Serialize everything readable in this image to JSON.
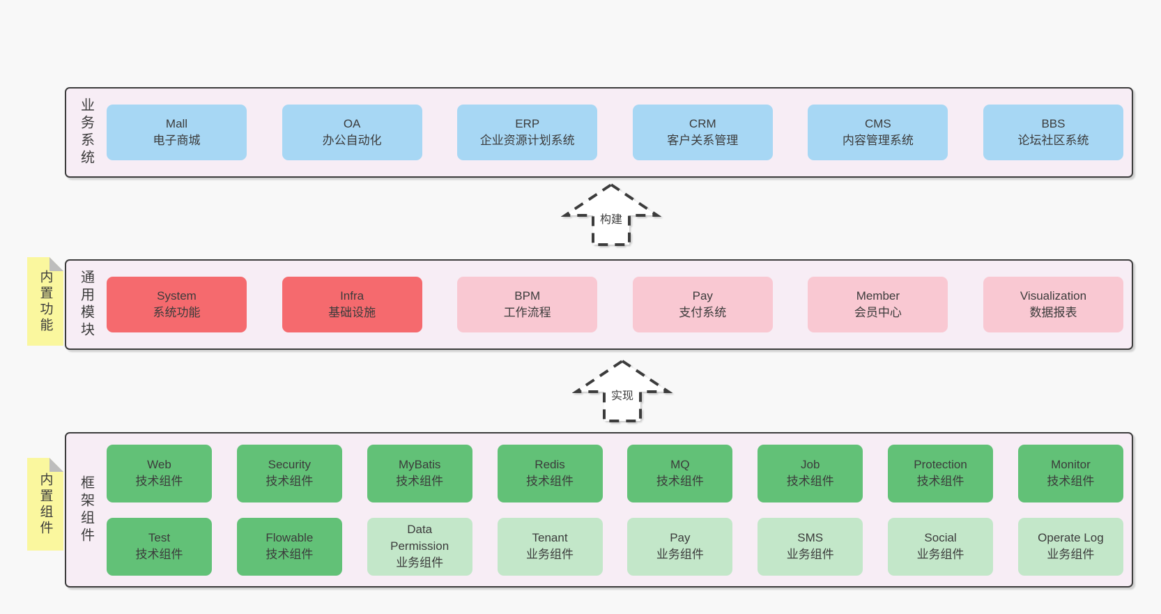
{
  "colors": {
    "page_bg": "#f8f8f8",
    "panel_bg": "#f7edf5",
    "panel_border": "#3c3c3c",
    "text": "#3b3b3b",
    "blue": "#a7d7f4",
    "red": "#f56a6e",
    "pink": "#f9c8d2",
    "green": "#62c177",
    "light_green": "#c3e7c9",
    "note_bg": "#faf79e",
    "note_fold": "#bdbdbd",
    "arrow_fill": "#ffffff"
  },
  "panels": {
    "business": {
      "side_label": "业务系统",
      "boxes": [
        {
          "name": "Mall",
          "desc": "电子商城",
          "variant": "blue"
        },
        {
          "name": "OA",
          "desc": "办公自动化",
          "variant": "blue"
        },
        {
          "name": "ERP",
          "desc": "企业资源计划系统",
          "variant": "blue"
        },
        {
          "name": "CRM",
          "desc": "客户关系管理",
          "variant": "blue"
        },
        {
          "name": "CMS",
          "desc": "内容管理系统",
          "variant": "blue"
        },
        {
          "name": "BBS",
          "desc": "论坛社区系统",
          "variant": "blue"
        }
      ]
    },
    "modules": {
      "side_label": "通用模块",
      "sticky_note": "内置功能",
      "boxes": [
        {
          "name": "System",
          "desc": "系统功能",
          "variant": "red"
        },
        {
          "name": "Infra",
          "desc": "基础设施",
          "variant": "red"
        },
        {
          "name": "BPM",
          "desc": "工作流程",
          "variant": "pink"
        },
        {
          "name": "Pay",
          "desc": "支付系统",
          "variant": "pink"
        },
        {
          "name": "Member",
          "desc": "会员中心",
          "variant": "pink"
        },
        {
          "name": "Visualization",
          "desc": "数据报表",
          "variant": "pink"
        }
      ]
    },
    "components": {
      "side_label": "框架组件",
      "sticky_note": "内置组件",
      "rows": [
        [
          {
            "name": "Web",
            "desc": "技术组件",
            "variant": "green"
          },
          {
            "name": "Security",
            "desc": "技术组件",
            "variant": "green"
          },
          {
            "name": "MyBatis",
            "desc": "技术组件",
            "variant": "green"
          },
          {
            "name": "Redis",
            "desc": "技术组件",
            "variant": "green"
          },
          {
            "name": "MQ",
            "desc": "技术组件",
            "variant": "green"
          },
          {
            "name": "Job",
            "desc": "技术组件",
            "variant": "green"
          },
          {
            "name": "Protection",
            "desc": "技术组件",
            "variant": "green"
          },
          {
            "name": "Monitor",
            "desc": "技术组件",
            "variant": "green"
          }
        ],
        [
          {
            "name": "Test",
            "desc": "技术组件",
            "variant": "green"
          },
          {
            "name": "Flowable",
            "desc": "技术组件",
            "variant": "green"
          },
          {
            "name": "Data Permission",
            "desc": "业务组件",
            "variant": "light_green"
          },
          {
            "name": "Tenant",
            "desc": "业务组件",
            "variant": "light_green"
          },
          {
            "name": "Pay",
            "desc": "业务组件",
            "variant": "light_green"
          },
          {
            "name": "SMS",
            "desc": "业务组件",
            "variant": "light_green"
          },
          {
            "name": "Social",
            "desc": "业务组件",
            "variant": "light_green"
          },
          {
            "name": "Operate Log",
            "desc": "业务组件",
            "variant": "light_green"
          }
        ]
      ]
    }
  },
  "arrows": [
    {
      "label": "构建"
    },
    {
      "label": "实现"
    }
  ]
}
